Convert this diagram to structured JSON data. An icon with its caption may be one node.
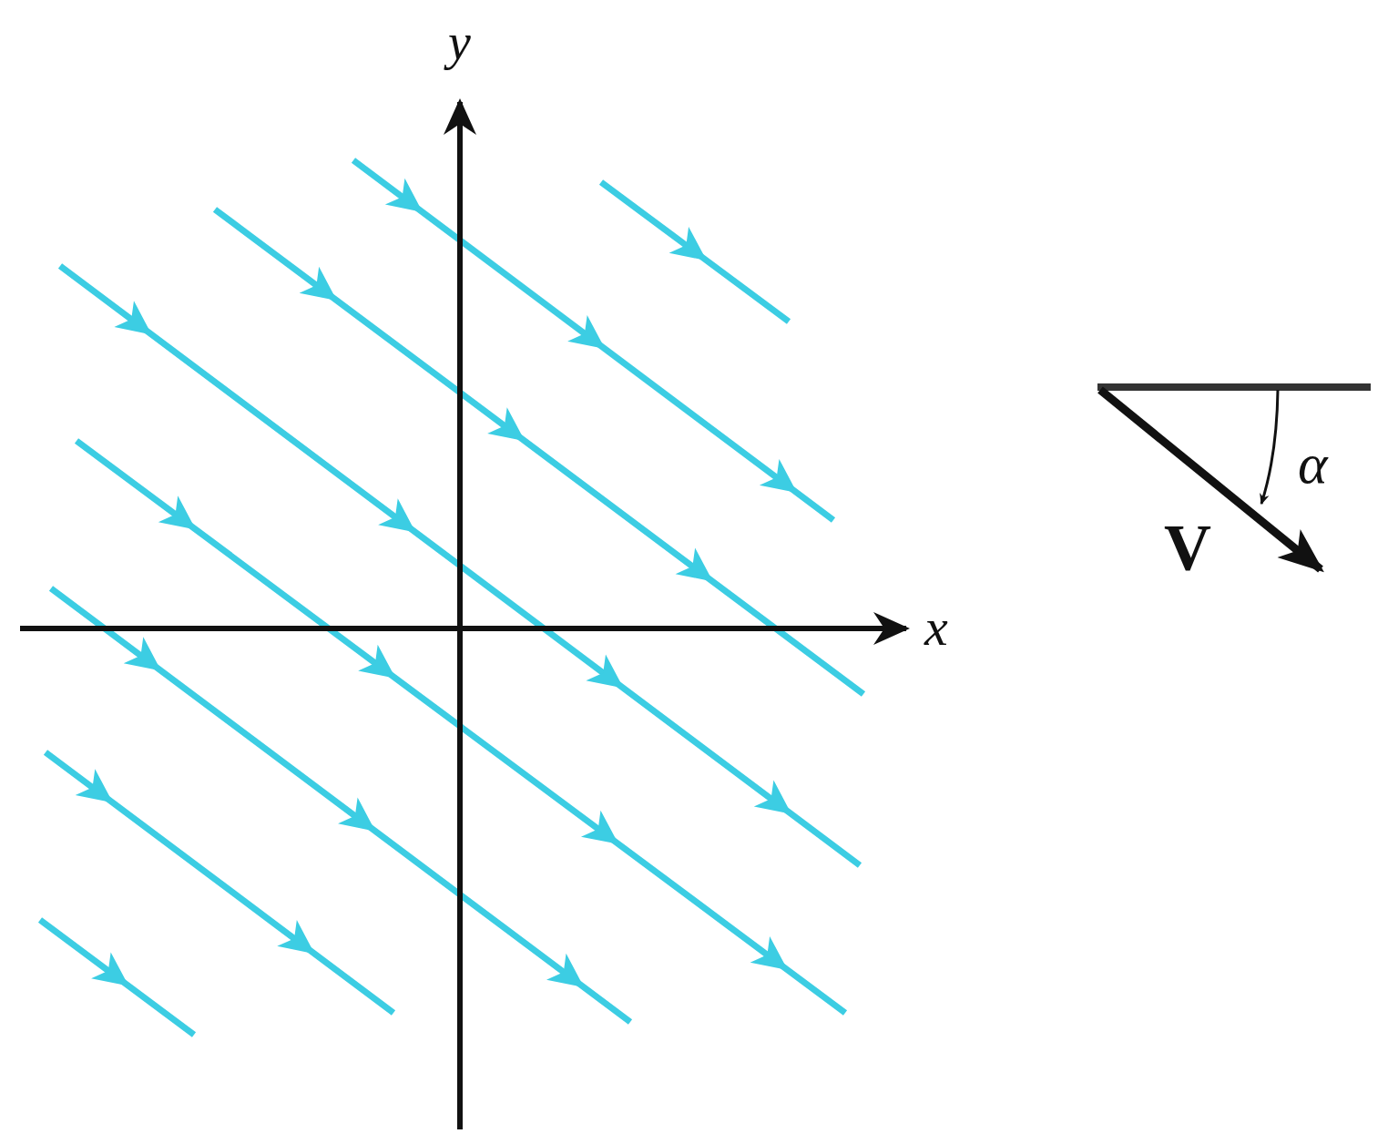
{
  "diagram": {
    "labels": [
      "y",
      "α",
      "V",
      "x"
    ]
  }
}
